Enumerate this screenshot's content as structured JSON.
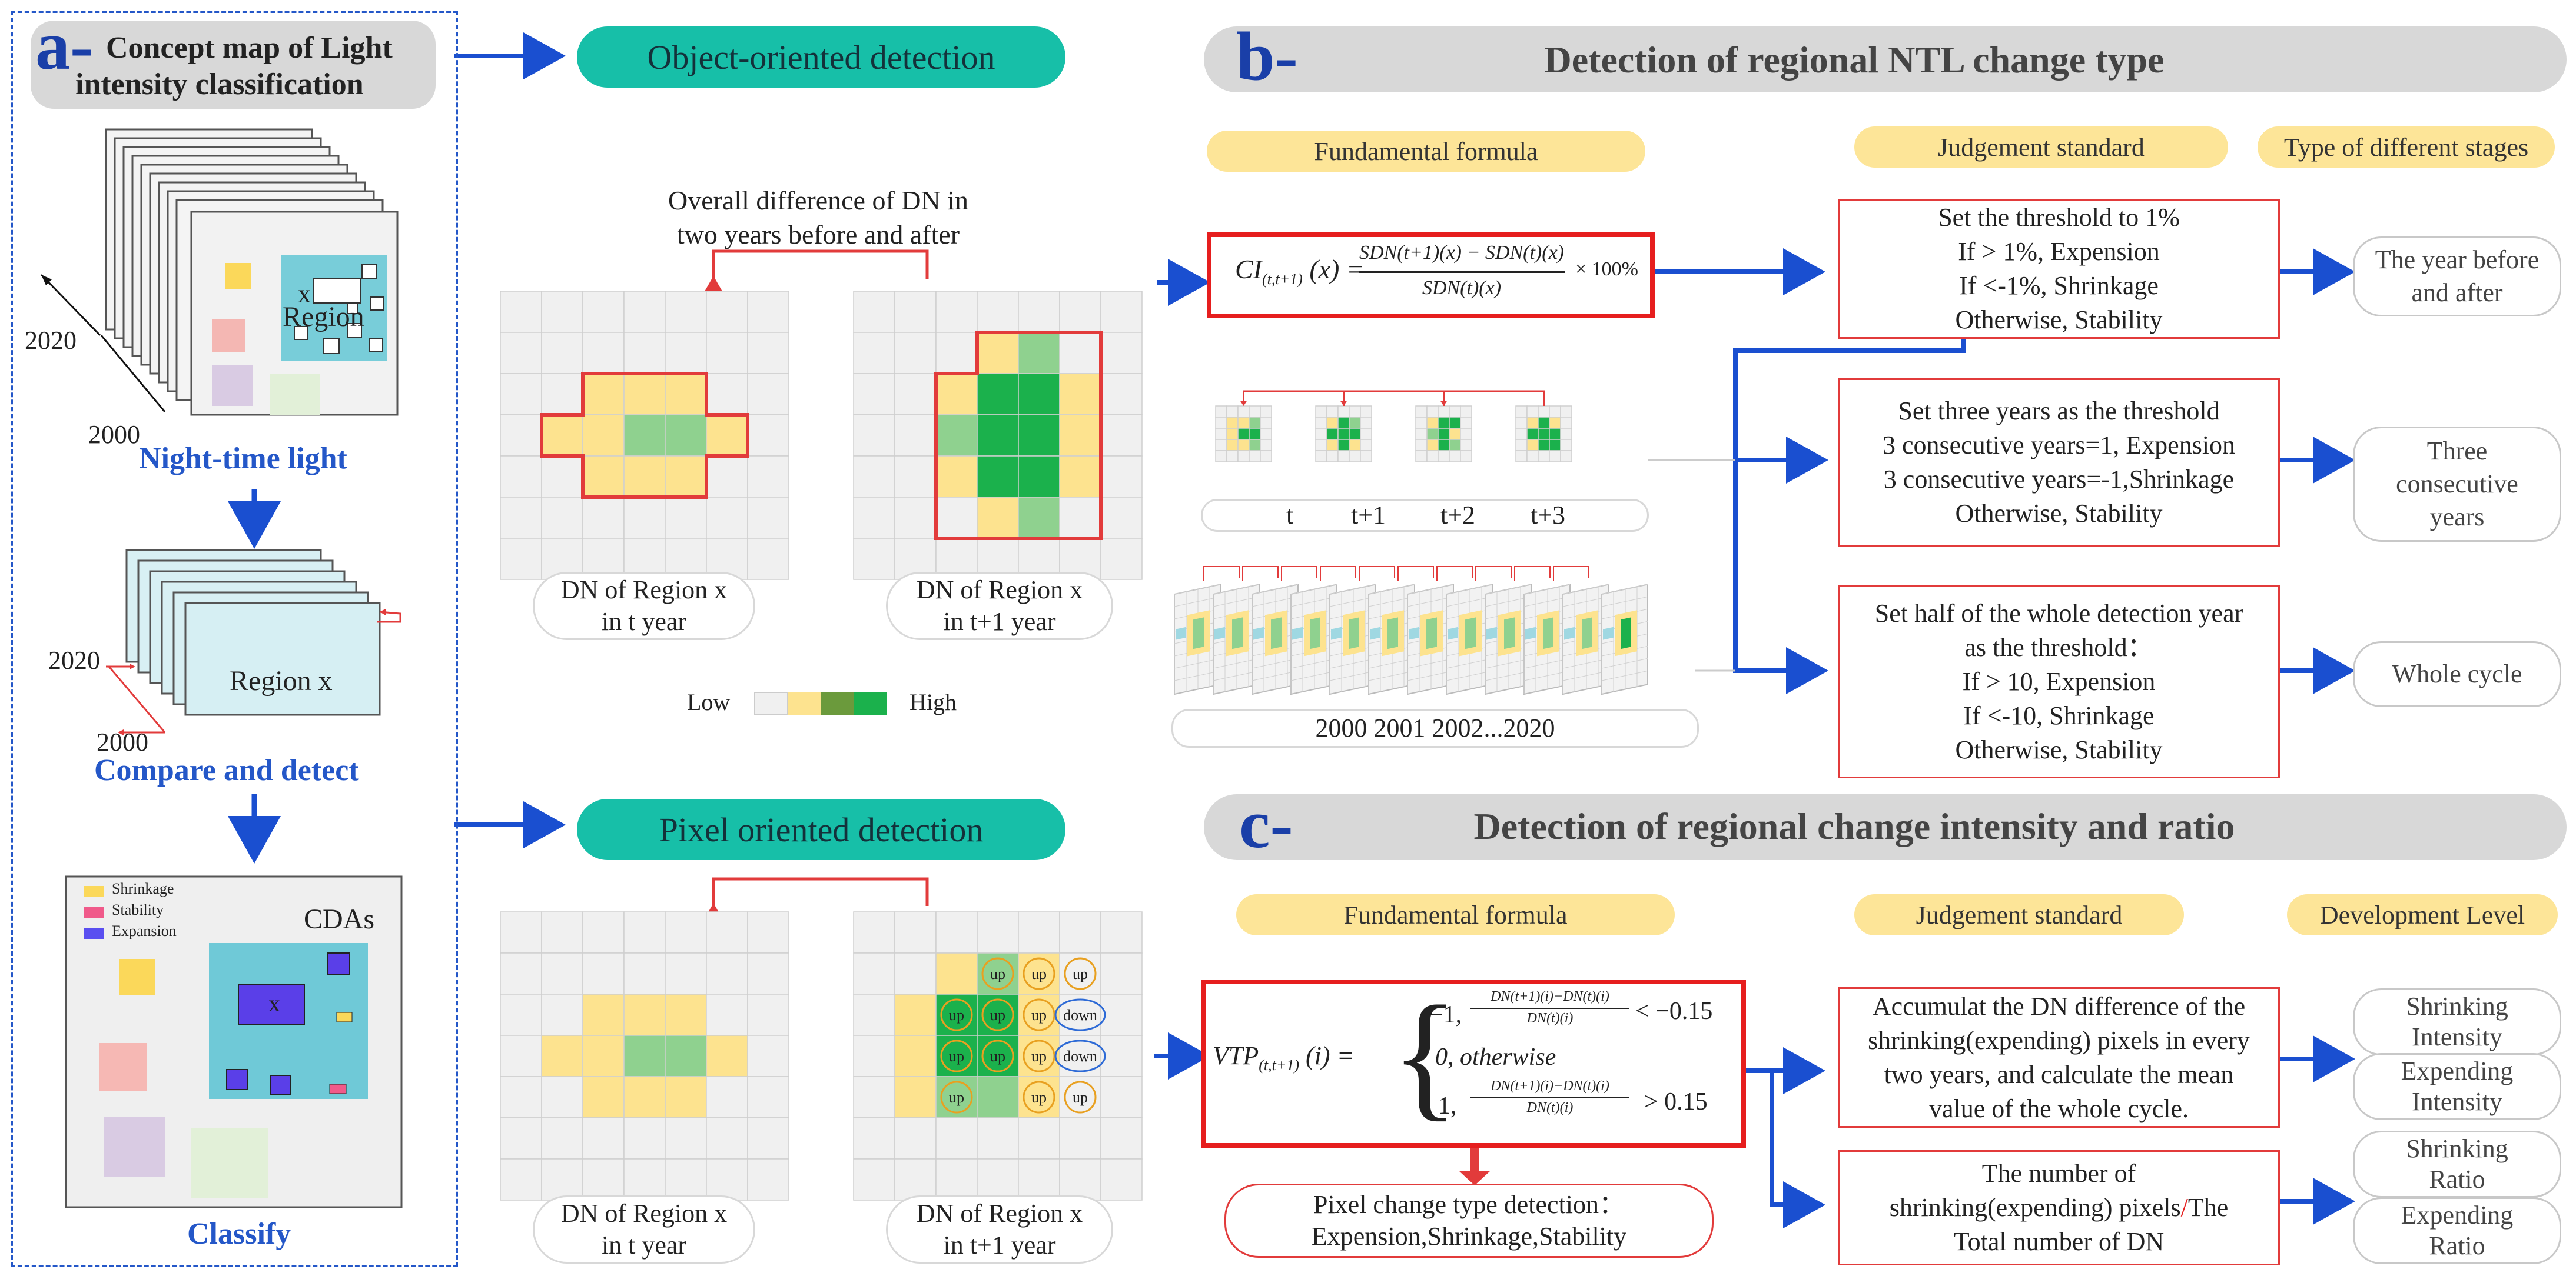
{
  "panel_a": {
    "letter": "a-",
    "title_line1": "Concept map of Light",
    "title_line2": "intensity classification",
    "year_2020_top": "2020",
    "year_2000_top": "2000",
    "region_label": "Region",
    "region_x_mark": "x",
    "night_time_light": "Night-time light",
    "year_2020_mid": "2020",
    "year_2000_mid": "2000",
    "region_x_mid": "Region x",
    "compare_detect": "Compare and detect",
    "legend": [
      "Shrinkage",
      "Stability",
      "Expansion"
    ],
    "cdas": "CDAs",
    "cdas_x": "x",
    "classify": "Classify"
  },
  "object_detection": {
    "title": "Object-oriented detection",
    "diff_line1": "Overall difference of DN in",
    "diff_line2": "two years before and after",
    "cap_left_1": "DN of Region x",
    "cap_left_2": "in t year",
    "cap_right_1": "DN of Region x",
    "cap_right_2": "in t+1 year",
    "legend_low": "Low",
    "legend_high": "High"
  },
  "pixel_detection": {
    "title": "Pixel oriented detection",
    "cap_left_1": "DN of Region x",
    "cap_left_2": "in t year",
    "cap_right_1": "DN of Region x",
    "cap_right_2": "in t+1 year",
    "up": "up",
    "down": "down",
    "change_type_1": "Pixel change type detection：",
    "change_type_2": "Expension,Shrinkage,Stability"
  },
  "panel_b": {
    "letter": "b-",
    "title": "Detection of regional NTL change type",
    "fundamental_formula": "Fundamental formula",
    "judgement_standard": "Judgement standard",
    "type_stages": "Type of different stages",
    "formula_lhs": "CI",
    "formula_lhs_sub": "(t,t+1)",
    "formula_lhs_arg": "(x) =",
    "formula_num": "SDN(t+1)(x) − SDN(t)(x)",
    "formula_den": "SDN(t)(x)",
    "formula_tail": "× 100%",
    "std1": [
      "Set the threshold to 1%",
      "If > 1%, Expension",
      "If <-1%, Shrinkage",
      "Otherwise, Stability"
    ],
    "std2": [
      "Set three years as the threshold",
      "3 consecutive years=1, Expension",
      "3 consecutive years=-1,Shrinkage",
      "Otherwise, Stability"
    ],
    "std3": [
      "Set half of the whole detection year",
      "as the threshold：",
      "If > 10, Expension",
      "If <-10, Shrinkage",
      "Otherwise, Stability"
    ],
    "type1": [
      "The year before",
      "and after"
    ],
    "type2": [
      "Three",
      "consecutive",
      "years"
    ],
    "type3": "Whole cycle",
    "t_labels": [
      "t",
      "t+1",
      "t+2",
      "t+3"
    ],
    "years_label": "2000 2001 2002...2020"
  },
  "panel_c": {
    "letter": "c-",
    "title": "Detection of  regional change intensity and ratio",
    "fundamental_formula": "Fundamental formula",
    "judgement_standard": "Judgement standard",
    "development_level": "Development Level",
    "vtp_lhs": "VTP",
    "vtp_sub": "(t,t+1)",
    "vtp_arg": "(i) =",
    "case1_val": "−1,",
    "case1_num": "DN(t+1)(i)−DN(t)(i)",
    "case1_den": "DN(t)(i)",
    "case1_cond": "< −0.15",
    "case2": "0, otherwise",
    "case3_val": "1,",
    "case3_num": "DN(t+1)(i)−DN(t)(i)",
    "case3_den": "DN(t)(i)",
    "case3_cond": "> 0.15",
    "std1": [
      "Accumulat the DN difference of the",
      "shrinking(expending) pixels in every",
      "two years, and calculate the mean",
      "value of the whole cycle."
    ],
    "std2_line1": "The number of",
    "std2_line2a": "shrinking(expending) pixels",
    "std2_slash": "/",
    "std2_line2b": "The",
    "std2_line3": "Total number of DN",
    "lvl1": [
      "Shrinking",
      "Intensity"
    ],
    "lvl2": [
      "Expending",
      "Intensity"
    ],
    "lvl3": [
      "Shrinking",
      "Ratio"
    ],
    "lvl4": [
      "Expending",
      "Ratio"
    ]
  },
  "colors": {
    "arrow_blue": "#1a4fd0",
    "teal": "#17bfa8",
    "red": "#e23b3b",
    "yellow_header": "#fde598",
    "low": "#f0f0f0",
    "pale_yellow": "#fde38f",
    "mid_green": "#8fd18f",
    "dark_olive": "#6b9a3c",
    "high_green": "#1bb14c"
  }
}
